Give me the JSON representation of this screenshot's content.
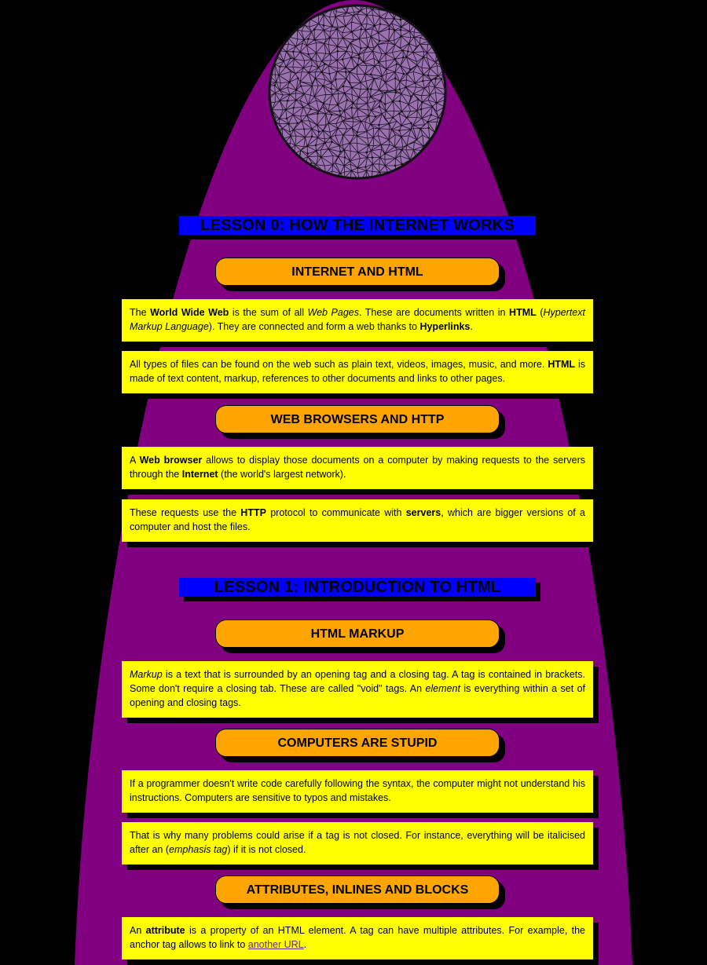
{
  "colors": {
    "background": "#000000",
    "dome": "#800080",
    "lesson_bar": "#0000ff",
    "section_pill": "#ffa500",
    "card": "#ffff00",
    "globe": "#9b72b0",
    "link": "#6a2a8a"
  },
  "globe": {
    "icon": "network-globe-icon"
  },
  "lessons": [
    {
      "title": "LESSON 0: HOW THE INTERNET WORKS",
      "sections": [
        {
          "heading": "INTERNET AND HTML",
          "paragraphs": [
            {
              "t1": "The ",
              "b1": "World Wide Web",
              "t2": " is the sum of all ",
              "i1": "Web Pages",
              "t3": ". These are documents written in ",
              "b2": "HTML",
              "t4": " (",
              "i2": "Hypertext Markup Language",
              "t5": "). They are connected and form a web thanks to ",
              "b3": "Hyperlinks",
              "t6": "."
            },
            {
              "t1": "All types of files can be found on the web such as plain text, videos, images, music, and more. ",
              "b1": "HTML",
              "t2": " is made of text content, markup, references to other documents and links to other pages."
            }
          ]
        },
        {
          "heading": "WEB BROWSERS AND HTTP",
          "paragraphs": [
            {
              "t1": "A ",
              "b1": "Web browser",
              "t2": " allows to display those documents on a computer by making requests to the servers through the ",
              "b2": "Internet",
              "t3": " (the world's largest network)."
            },
            {
              "t1": "These requests use the ",
              "b1": "HTTP",
              "t2": " protocol to communicate with ",
              "b2": "servers",
              "t3": ", which are bigger versions of a computer and host the files."
            }
          ]
        }
      ]
    },
    {
      "title": "LESSON 1: INTRODUCTION TO HTML",
      "sections": [
        {
          "heading": "HTML MARKUP",
          "paragraphs": [
            {
              "i1": "Markup",
              "t1": " is a text that is surrounded by an opening tag and a closing tag. A tag is contained in brackets. Some don't require a closing tab. These are called \"void\" tags. An ",
              "i2": "element",
              "t2": " is everything within a set of opening and closing tags."
            }
          ]
        },
        {
          "heading": "COMPUTERS ARE STUPID",
          "paragraphs": [
            {
              "t1": "If a programmer doesn't write code carefully following the syntax, the computer might not understand his instructions. Computers are sensitive to typos and mistakes."
            },
            {
              "t1": "That is why many problems could arise if a tag is not closed. For instance, everything will be italicised after an (",
              "i1": "emphasis tag",
              "t2": ") if it is not closed."
            }
          ]
        },
        {
          "heading": "ATTRIBUTES, INLINES AND BLOCKS",
          "paragraphs": [
            {
              "t1": "An ",
              "b1": "attribute",
              "t2": " is a property of an HTML element. A tag can have multiple attributes. For example, the anchor tag allows to link to ",
              "link": "another URL",
              "t3": "."
            }
          ]
        }
      ]
    }
  ]
}
